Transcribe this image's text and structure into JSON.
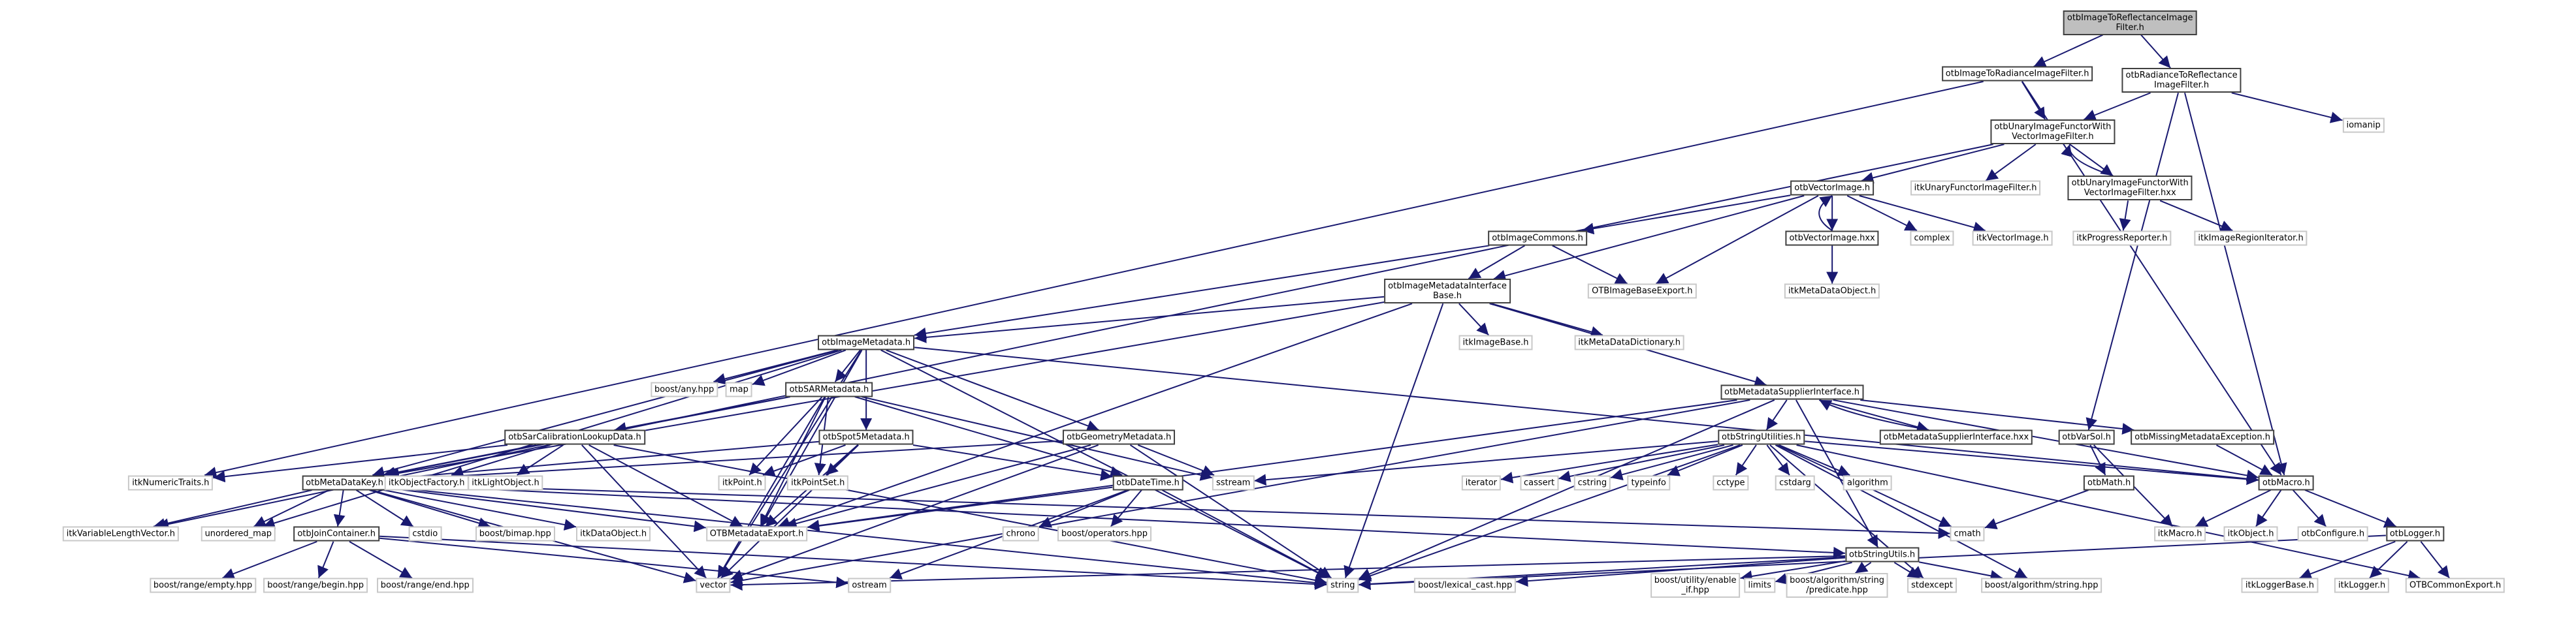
{
  "graph": {
    "title": "otbImageToReflectanceImageFilter.h",
    "edge_color": "#191970",
    "root_fill": "#bfbfbf",
    "nodes": [
      {
        "id": "root",
        "label": "otbImageToReflectanceImage\nFilter.h",
        "kind": "root"
      },
      {
        "id": "i2rad",
        "label": "otbImageToRadianceImageFilter.h",
        "kind": "local"
      },
      {
        "id": "rad2ref",
        "label": "otbRadianceToReflectance\nImageFilter.h",
        "kind": "local"
      },
      {
        "id": "iomanip",
        "label": "iomanip",
        "kind": "ext"
      },
      {
        "id": "unary",
        "label": "otbUnaryImageFunctorWith\nVectorImageFilter.h",
        "kind": "local"
      },
      {
        "id": "vecimg",
        "label": "otbVectorImage.h",
        "kind": "local"
      },
      {
        "id": "itkunary",
        "label": "itkUnaryFunctorImageFilter.h",
        "kind": "ext"
      },
      {
        "id": "unaryhxx",
        "label": "otbUnaryImageFunctorWith\nVectorImageFilter.hxx",
        "kind": "local"
      },
      {
        "id": "imgcommons",
        "label": "otbImageCommons.h",
        "kind": "local"
      },
      {
        "id": "vecimghxx",
        "label": "otbVectorImage.hxx",
        "kind": "local"
      },
      {
        "id": "complex",
        "label": "complex",
        "kind": "ext"
      },
      {
        "id": "itkvecimg",
        "label": "itkVectorImage.h",
        "kind": "ext"
      },
      {
        "id": "itkprog",
        "label": "itkProgressReporter.h",
        "kind": "ext"
      },
      {
        "id": "itkregit",
        "label": "itkImageRegionIterator.h",
        "kind": "ext"
      },
      {
        "id": "imibase",
        "label": "otbImageMetadataInterface\nBase.h",
        "kind": "local"
      },
      {
        "id": "otbimgbaseexp",
        "label": "OTBImageBaseExport.h",
        "kind": "ext"
      },
      {
        "id": "itkmdo",
        "label": "itkMetaDataObject.h",
        "kind": "ext"
      },
      {
        "id": "imgmeta",
        "label": "otbImageMetadata.h",
        "kind": "local"
      },
      {
        "id": "itkimgbase",
        "label": "itkImageBase.h",
        "kind": "ext"
      },
      {
        "id": "itkmdd",
        "label": "itkMetaDataDictionary.h",
        "kind": "ext"
      },
      {
        "id": "boostany",
        "label": "boost/any.hpp",
        "kind": "ext"
      },
      {
        "id": "map",
        "label": "map",
        "kind": "ext"
      },
      {
        "id": "sarmeta",
        "label": "otbSARMetadata.h",
        "kind": "local"
      },
      {
        "id": "msi",
        "label": "otbMetadataSupplierInterface.h",
        "kind": "local"
      },
      {
        "id": "sarcal",
        "label": "otbSarCalibrationLookupData.h",
        "kind": "local"
      },
      {
        "id": "spot5",
        "label": "otbSpot5Metadata.h",
        "kind": "local"
      },
      {
        "id": "geometa",
        "label": "otbGeometryMetadata.h",
        "kind": "local"
      },
      {
        "id": "strutilities",
        "label": "otbStringUtilities.h",
        "kind": "local"
      },
      {
        "id": "msihxx",
        "label": "otbMetadataSupplierInterface.hxx",
        "kind": "local"
      },
      {
        "id": "varsol",
        "label": "otbVarSol.h",
        "kind": "local"
      },
      {
        "id": "missing",
        "label": "otbMissingMetadataException.h",
        "kind": "local"
      },
      {
        "id": "itknum",
        "label": "itkNumericTraits.h",
        "kind": "ext"
      },
      {
        "id": "mdkey",
        "label": "otbMetaDataKey.h",
        "kind": "local"
      },
      {
        "id": "itkobjfac",
        "label": "itkObjectFactory.h",
        "kind": "ext"
      },
      {
        "id": "itklight",
        "label": "itkLightObject.h",
        "kind": "ext"
      },
      {
        "id": "itkpoint",
        "label": "itkPoint.h",
        "kind": "ext"
      },
      {
        "id": "itkpointset",
        "label": "itkPointSet.h",
        "kind": "ext"
      },
      {
        "id": "datetime",
        "label": "otbDateTime.h",
        "kind": "local"
      },
      {
        "id": "sstream",
        "label": "sstream",
        "kind": "ext"
      },
      {
        "id": "iterator",
        "label": "iterator",
        "kind": "ext"
      },
      {
        "id": "cassert",
        "label": "cassert",
        "kind": "ext"
      },
      {
        "id": "cstring",
        "label": "cstring",
        "kind": "ext"
      },
      {
        "id": "typeinfo",
        "label": "typeinfo",
        "kind": "ext"
      },
      {
        "id": "cctype",
        "label": "cctype",
        "kind": "ext"
      },
      {
        "id": "cstdarg",
        "label": "cstdarg",
        "kind": "ext"
      },
      {
        "id": "algorithm",
        "label": "algorithm",
        "kind": "ext"
      },
      {
        "id": "math",
        "label": "otbMath.h",
        "kind": "local"
      },
      {
        "id": "macro",
        "label": "otbMacro.h",
        "kind": "local"
      },
      {
        "id": "itkvlv",
        "label": "itkVariableLengthVector.h",
        "kind": "ext"
      },
      {
        "id": "umap",
        "label": "unordered_map",
        "kind": "ext"
      },
      {
        "id": "join",
        "label": "otbJoinContainer.h",
        "kind": "local"
      },
      {
        "id": "cstdio",
        "label": "cstdio",
        "kind": "ext"
      },
      {
        "id": "bimap",
        "label": "boost/bimap.hpp",
        "kind": "ext"
      },
      {
        "id": "itkdataobj",
        "label": "itkDataObject.h",
        "kind": "ext"
      },
      {
        "id": "otbmetaexp",
        "label": "OTBMetadataExport.h",
        "kind": "ext"
      },
      {
        "id": "chrono",
        "label": "chrono",
        "kind": "ext"
      },
      {
        "id": "boostops",
        "label": "boost/operators.hpp",
        "kind": "ext"
      },
      {
        "id": "cmath",
        "label": "cmath",
        "kind": "ext"
      },
      {
        "id": "strutils",
        "label": "otbStringUtils.h",
        "kind": "local"
      },
      {
        "id": "itkmacro",
        "label": "itkMacro.h",
        "kind": "ext"
      },
      {
        "id": "itkobject",
        "label": "itkObject.h",
        "kind": "ext"
      },
      {
        "id": "otbconf",
        "label": "otbConfigure.h",
        "kind": "ext"
      },
      {
        "id": "logger",
        "label": "otbLogger.h",
        "kind": "local"
      },
      {
        "id": "rempty",
        "label": "boost/range/empty.hpp",
        "kind": "ext"
      },
      {
        "id": "rbegin",
        "label": "boost/range/begin.hpp",
        "kind": "ext"
      },
      {
        "id": "rend",
        "label": "boost/range/end.hpp",
        "kind": "ext"
      },
      {
        "id": "vector",
        "label": "vector",
        "kind": "ext"
      },
      {
        "id": "ostream",
        "label": "ostream",
        "kind": "ext"
      },
      {
        "id": "string",
        "label": "string",
        "kind": "ext"
      },
      {
        "id": "lexcast",
        "label": "boost/lexical_cast.hpp",
        "kind": "ext"
      },
      {
        "id": "enableif",
        "label": "boost/utility/enable\n_if.hpp",
        "kind": "ext"
      },
      {
        "id": "limits",
        "label": "limits",
        "kind": "ext"
      },
      {
        "id": "predicate",
        "label": "boost/algorithm/string\n/predicate.hpp",
        "kind": "ext"
      },
      {
        "id": "stdexcept",
        "label": "stdexcept",
        "kind": "ext"
      },
      {
        "id": "balgstr",
        "label": "boost/algorithm/string.hpp",
        "kind": "ext"
      },
      {
        "id": "itkloggerbase",
        "label": "itkLoggerBase.h",
        "kind": "ext"
      },
      {
        "id": "itklogger",
        "label": "itkLogger.h",
        "kind": "ext"
      },
      {
        "id": "otbcommonexp",
        "label": "OTBCommonExport.h",
        "kind": "ext"
      }
    ],
    "edges": [
      [
        "root",
        "i2rad"
      ],
      [
        "root",
        "rad2ref"
      ],
      [
        "i2rad",
        "unary"
      ],
      [
        "i2rad",
        "macro"
      ],
      [
        "i2rad",
        "itknum"
      ],
      [
        "rad2ref",
        "unary"
      ],
      [
        "rad2ref",
        "iomanip"
      ],
      [
        "rad2ref",
        "macro"
      ],
      [
        "rad2ref",
        "varsol"
      ],
      [
        "unary",
        "vecimg"
      ],
      [
        "unary",
        "itkunary"
      ],
      [
        "unary",
        "unaryhxx"
      ],
      [
        "unary",
        "itkvlv"
      ],
      [
        "unaryhxx",
        "unary"
      ],
      [
        "unaryhxx",
        "itkprog"
      ],
      [
        "unaryhxx",
        "itkregit"
      ],
      [
        "vecimg",
        "imgcommons"
      ],
      [
        "vecimg",
        "vecimghxx"
      ],
      [
        "vecimg",
        "complex"
      ],
      [
        "vecimg",
        "itkvecimg"
      ],
      [
        "vecimg",
        "otbimgbaseexp"
      ],
      [
        "vecimg",
        "imibase"
      ],
      [
        "vecimghxx",
        "vecimg"
      ],
      [
        "vecimghxx",
        "itkmdo"
      ],
      [
        "imgcommons",
        "imibase"
      ],
      [
        "imgcommons",
        "otbimgbaseexp"
      ],
      [
        "imgcommons",
        "imgmeta"
      ],
      [
        "imibase",
        "imgmeta"
      ],
      [
        "imibase",
        "itkimgbase"
      ],
      [
        "imibase",
        "itkmdd"
      ],
      [
        "imibase",
        "msi"
      ],
      [
        "imibase",
        "string"
      ],
      [
        "imibase",
        "otbmetaexp"
      ],
      [
        "imibase",
        "mdkey"
      ],
      [
        "imgmeta",
        "sarmeta"
      ],
      [
        "imgmeta",
        "boostany"
      ],
      [
        "imgmeta",
        "map"
      ],
      [
        "imgmeta",
        "spot5"
      ],
      [
        "imgmeta",
        "geometa"
      ],
      [
        "imgmeta",
        "mdkey"
      ],
      [
        "imgmeta",
        "otbmetaexp"
      ],
      [
        "imgmeta",
        "string"
      ],
      [
        "imgmeta",
        "vector"
      ],
      [
        "imgmeta",
        "umap"
      ],
      [
        "imgmeta",
        "macro"
      ],
      [
        "sarmeta",
        "sarcal"
      ],
      [
        "sarmeta",
        "mdkey"
      ],
      [
        "sarmeta",
        "itkpoint"
      ],
      [
        "sarmeta",
        "itkpointset"
      ],
      [
        "sarmeta",
        "datetime"
      ],
      [
        "sarmeta",
        "otbmetaexp"
      ],
      [
        "sarmeta",
        "vector"
      ],
      [
        "sarmeta",
        "sstream"
      ],
      [
        "sarcal",
        "mdkey"
      ],
      [
        "sarcal",
        "itkobjfac"
      ],
      [
        "sarcal",
        "itklight"
      ],
      [
        "sarcal",
        "itknum"
      ],
      [
        "sarcal",
        "otbmetaexp"
      ],
      [
        "sarcal",
        "vector"
      ],
      [
        "sarcal",
        "string"
      ],
      [
        "spot5",
        "itkpoint"
      ],
      [
        "spot5",
        "itkpointset"
      ],
      [
        "spot5",
        "otbmetaexp"
      ],
      [
        "spot5",
        "datetime"
      ],
      [
        "spot5",
        "vector"
      ],
      [
        "spot5",
        "mdkey"
      ],
      [
        "geometa",
        "otbmetaexp"
      ],
      [
        "geometa",
        "vector"
      ],
      [
        "geometa",
        "sstream"
      ],
      [
        "geometa",
        "string"
      ],
      [
        "geometa",
        "mdkey"
      ],
      [
        "mdkey",
        "itkvlv"
      ],
      [
        "mdkey",
        "umap"
      ],
      [
        "mdkey",
        "join"
      ],
      [
        "mdkey",
        "cstdio"
      ],
      [
        "mdkey",
        "bimap"
      ],
      [
        "mdkey",
        "itkdataobj"
      ],
      [
        "mdkey",
        "otbmetaexp"
      ],
      [
        "mdkey",
        "vector"
      ],
      [
        "mdkey",
        "string"
      ],
      [
        "mdkey",
        "cmath"
      ],
      [
        "mdkey",
        "strutils"
      ],
      [
        "join",
        "rempty"
      ],
      [
        "join",
        "rbegin"
      ],
      [
        "join",
        "rend"
      ],
      [
        "join",
        "string"
      ],
      [
        "join",
        "ostream"
      ],
      [
        "datetime",
        "chrono"
      ],
      [
        "datetime",
        "boostops"
      ],
      [
        "datetime",
        "otbmetaexp"
      ],
      [
        "datetime",
        "ostream"
      ],
      [
        "datetime",
        "string"
      ],
      [
        "msi",
        "strutilities"
      ],
      [
        "msi",
        "msihxx"
      ],
      [
        "msi",
        "missing"
      ],
      [
        "msi",
        "string"
      ],
      [
        "msi",
        "vector"
      ],
      [
        "msi",
        "otbmetaexp"
      ],
      [
        "msi",
        "strutils"
      ],
      [
        "msi",
        "macro"
      ],
      [
        "msihxx",
        "msi"
      ],
      [
        "strutilities",
        "iterator"
      ],
      [
        "strutilities",
        "cassert"
      ],
      [
        "strutilities",
        "cstring"
      ],
      [
        "strutilities",
        "typeinfo"
      ],
      [
        "strutilities",
        "cctype"
      ],
      [
        "strutilities",
        "cstdarg"
      ],
      [
        "strutilities",
        "algorithm"
      ],
      [
        "strutilities",
        "sstream"
      ],
      [
        "strutilities",
        "string"
      ],
      [
        "strutilities",
        "macro"
      ],
      [
        "strutilities",
        "stdexcept"
      ],
      [
        "strutilities",
        "balgstr"
      ],
      [
        "strutilities",
        "otbcommonexp"
      ],
      [
        "strutilities",
        "cmath"
      ],
      [
        "strutils",
        "enableif"
      ],
      [
        "strutils",
        "limits"
      ],
      [
        "strutils",
        "predicate"
      ],
      [
        "strutils",
        "stdexcept"
      ],
      [
        "strutils",
        "string"
      ],
      [
        "strutils",
        "lexcast"
      ],
      [
        "strutils",
        "vector"
      ],
      [
        "strutils",
        "balgstr"
      ],
      [
        "varsol",
        "math"
      ],
      [
        "varsol",
        "itkmacro"
      ],
      [
        "math",
        "cmath"
      ],
      [
        "missing",
        "macro"
      ],
      [
        "macro",
        "itkmacro"
      ],
      [
        "macro",
        "itkobject"
      ],
      [
        "macro",
        "otbconf"
      ],
      [
        "macro",
        "logger"
      ],
      [
        "logger",
        "itkloggerbase"
      ],
      [
        "logger",
        "itklogger"
      ],
      [
        "logger",
        "otbcommonexp"
      ],
      [
        "logger",
        "string"
      ]
    ]
  }
}
